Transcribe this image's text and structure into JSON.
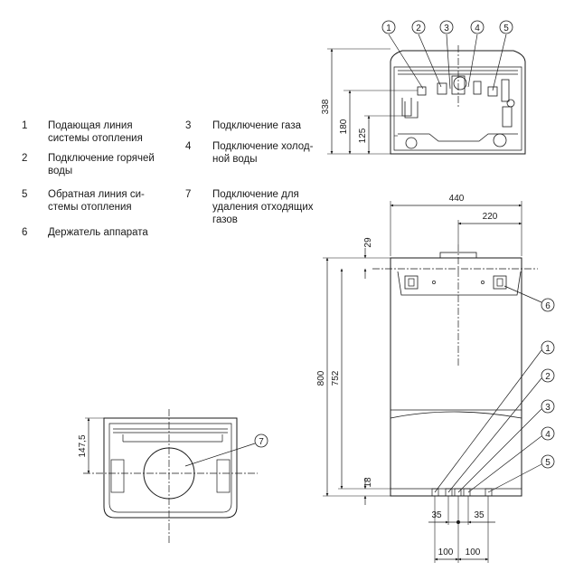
{
  "legend": [
    {
      "num": "1",
      "text": "Подающая линия\nсистемы отопления"
    },
    {
      "num": "2",
      "text": "Подключение горячей\nводы"
    },
    {
      "num": "5",
      "text": "Обратная линия си-\nстемы отопления"
    },
    {
      "num": "6",
      "text": "Держатель аппарата"
    },
    {
      "num": "3",
      "text": "Подключение газа"
    },
    {
      "num": "4",
      "text": "Подключение холод-\nной воды"
    },
    {
      "num": "7",
      "text": "Подключение для\nудаления отходящих\nгазов"
    }
  ],
  "dimensions": {
    "top_height": "338",
    "top_180": "180",
    "top_125": "125",
    "width": "440",
    "half_width": "220",
    "top_offset": "29",
    "total_height": "800",
    "holder_height": "752",
    "bottom_offset": "18",
    "pitch_35_left": "35",
    "pitch_35_right": "35",
    "pitch_100_left": "100",
    "pitch_100_right": "100",
    "flue_offset": "147,5"
  },
  "callouts": {
    "top_1": "1",
    "top_2": "2",
    "top_3": "3",
    "top_4": "4",
    "top_5": "5",
    "front_6": "6",
    "front_1": "1",
    "front_2": "2",
    "front_3": "3",
    "front_4": "4",
    "front_5": "5",
    "bottom_7": "7"
  }
}
